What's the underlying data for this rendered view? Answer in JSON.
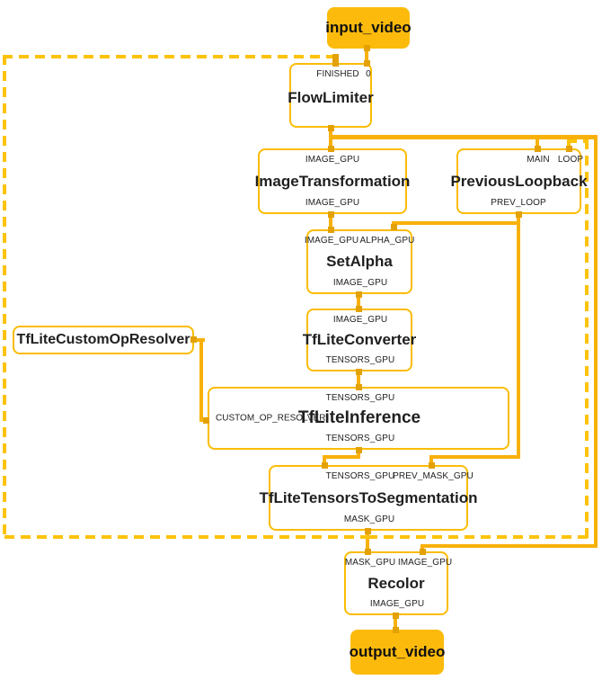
{
  "diagram": {
    "colors": {
      "node_fill": "#ffffff",
      "border": "#FBBC04",
      "edge": "#F8B109",
      "dashed": "#FCC30B",
      "port": "#E3A104",
      "terminal_fill": "#FCBB0C",
      "text": "#1f1f1f"
    },
    "terminals": {
      "input": {
        "label": "input_video"
      },
      "output": {
        "label": "output_video"
      }
    },
    "nodes": {
      "flow_limiter": {
        "title": "FlowLimiter",
        "in_ports": [
          "FINISHED",
          "0"
        ]
      },
      "image_transformation": {
        "title": "ImageTransformation",
        "in_ports": [
          "IMAGE_GPU"
        ],
        "out_ports": [
          "IMAGE_GPU"
        ]
      },
      "previous_loopback": {
        "title": "PreviousLoopback",
        "in_ports": [
          "MAIN",
          "LOOP"
        ],
        "out_ports": [
          "PREV_LOOP"
        ]
      },
      "set_alpha": {
        "title": "SetAlpha",
        "in_ports": [
          "IMAGE_GPU",
          "ALPHA_GPU"
        ],
        "out_ports": [
          "IMAGE_GPU"
        ]
      },
      "tflite_converter": {
        "title": "TfLiteConverter",
        "in_ports": [
          "IMAGE_GPU"
        ],
        "out_ports": [
          "TENSORS_GPU"
        ]
      },
      "tflite_custom_op_resolver": {
        "title": "TfLiteCustomOpResolver"
      },
      "tflite_inference": {
        "title": "TfLiteInference",
        "in_ports": [
          "TENSORS_GPU"
        ],
        "side_ports": [
          "CUSTOM_OP_RESOLVER"
        ],
        "out_ports": [
          "TENSORS_GPU"
        ]
      },
      "tflite_tensors_to_segmentation": {
        "title": "TfLiteTensorsToSegmentation",
        "in_ports": [
          "TENSORS_GPU",
          "PREV_MASK_GPU"
        ],
        "out_ports": [
          "MASK_GPU"
        ]
      },
      "recolor": {
        "title": "Recolor",
        "in_ports": [
          "MASK_GPU",
          "IMAGE_GPU"
        ],
        "out_ports": [
          "IMAGE_GPU"
        ]
      }
    }
  }
}
